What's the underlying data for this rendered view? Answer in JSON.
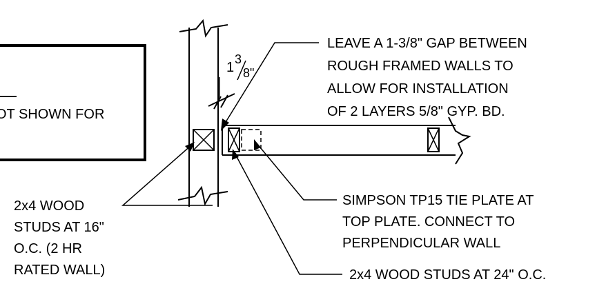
{
  "notes": {
    "gap_note": [
      "LEAVE A 1-3/8\" GAP BETWEEN",
      "ROUGH FRAMED WALLS TO",
      "ALLOW FOR INSTALLATION",
      "OF 2 LAYERS 5/8\" GYP. BD."
    ],
    "tie_plate_note": [
      "SIMPSON TP15 TIE PLATE AT",
      "TOP PLATE. CONNECT TO",
      "PERPENDICULAR WALL"
    ],
    "studs_16_note": [
      "2x4 WOOD",
      "STUDS AT 16\"",
      "O.C. (2 HR",
      "RATED WALL)"
    ],
    "studs_24_note": "2x4 WOOD STUDS AT 24\" O.C.",
    "cropped_box_text": "OT SHOWN FOR"
  },
  "dimension": {
    "whole": "1",
    "numerator": "3",
    "denominator": "8\""
  }
}
